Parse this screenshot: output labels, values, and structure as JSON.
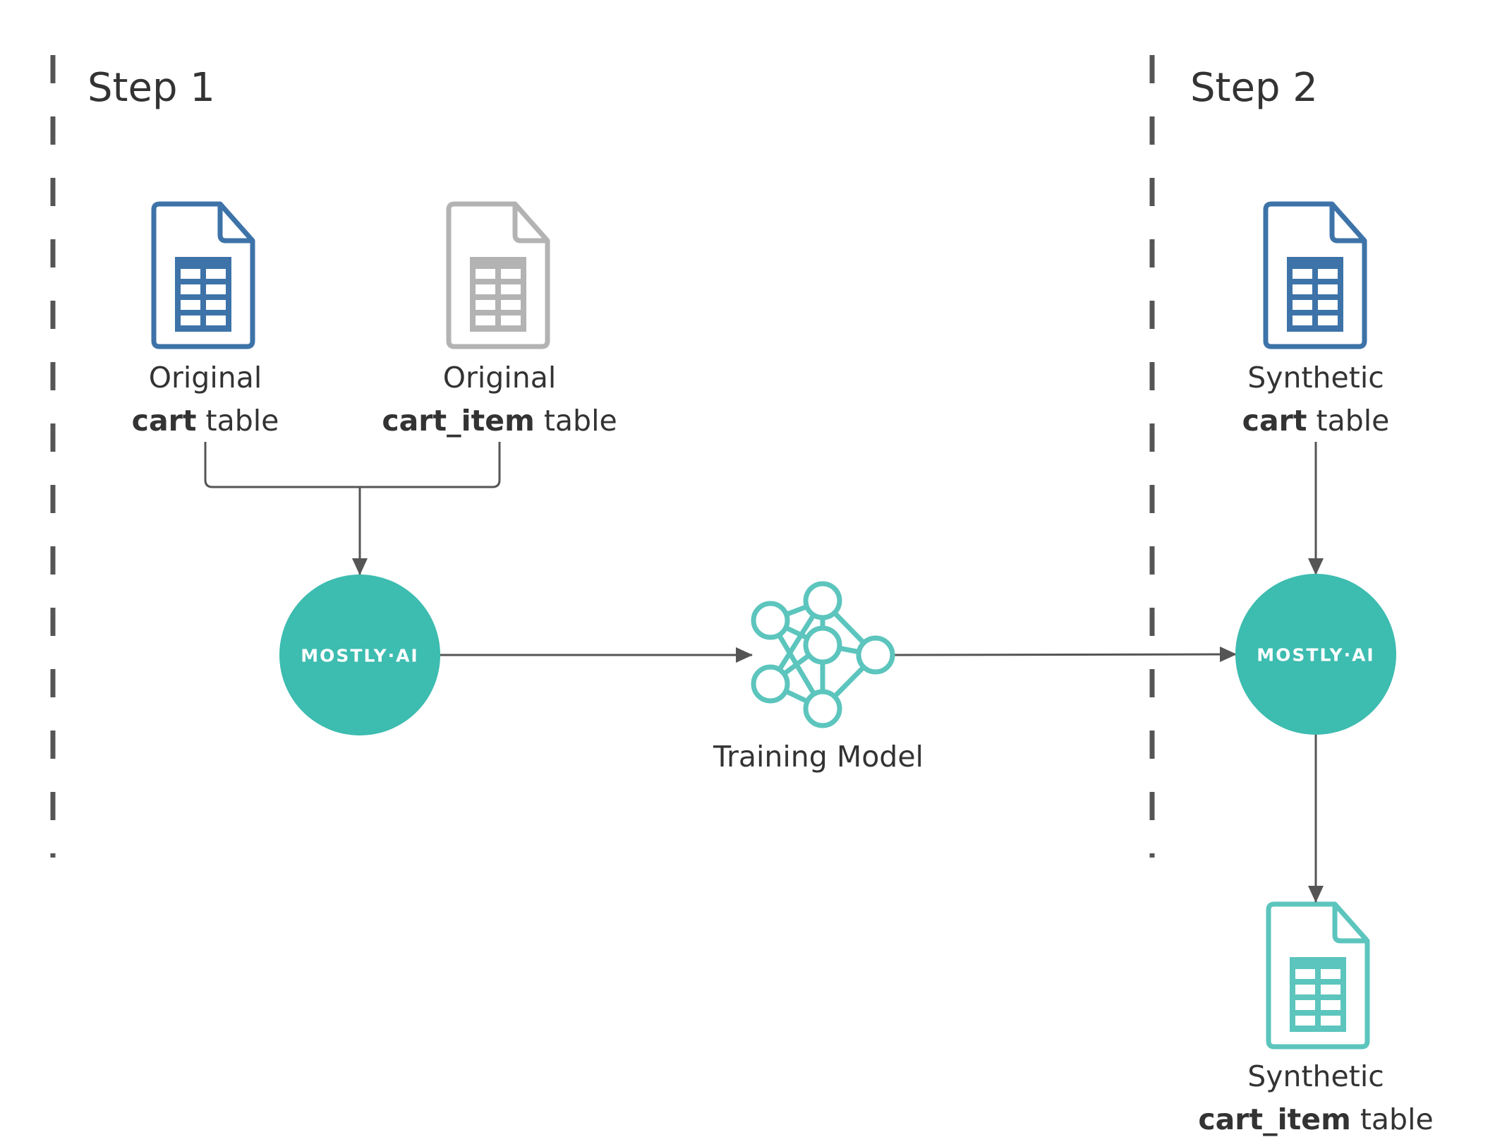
{
  "steps": [
    {
      "label": "Step 1"
    },
    {
      "label": "Step 2"
    }
  ],
  "tables": {
    "original_cart": {
      "line1": "Original",
      "bold": "cart",
      "rest": " table",
      "icon": "spreadsheet-file-icon",
      "color": "#3d73a8"
    },
    "original_cart_item": {
      "line1": "Original",
      "bold": "cart_item",
      "rest": " table",
      "icon": "spreadsheet-file-icon",
      "color": "#b3b3b3"
    },
    "synthetic_cart": {
      "line1": "Synthetic",
      "bold": "cart",
      "rest": " table",
      "icon": "spreadsheet-file-icon",
      "color": "#3d73a8"
    },
    "synthetic_cart_item": {
      "line1": "Synthetic",
      "bold": "cart_item",
      "rest": " table",
      "icon": "spreadsheet-file-icon",
      "color": "#5cc5bd"
    }
  },
  "engines": [
    {
      "label": "MOSTLY·AI",
      "color": "#3dbcb0"
    },
    {
      "label": "MOSTLY·AI",
      "color": "#3dbcb0"
    }
  ],
  "model": {
    "caption": "Training Model",
    "icon": "neural-network-icon",
    "color": "#5cc5bd"
  },
  "colors": {
    "divider": "#555555",
    "arrow": "#555555",
    "text": "#333333"
  }
}
